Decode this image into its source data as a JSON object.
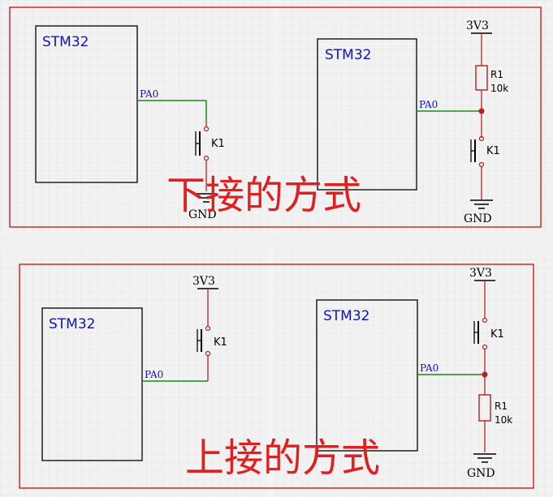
{
  "colors": {
    "grid": "#e3e3e3",
    "gridMajor": "#d2d2d2",
    "frame": "#d62828",
    "wire": "#1a8a1a",
    "comp": "#b22222",
    "label_blue": "#1010c8",
    "caption_red": "#e02020",
    "black": "#000000"
  },
  "top": {
    "left": {
      "chip_label": "STM32",
      "pin_label": "PA0",
      "switch_label": "K1",
      "gnd_label": "GND"
    },
    "right": {
      "chip_label": "STM32",
      "pin_label": "PA0",
      "vcc_label": "3V3",
      "resistor_name": "R1",
      "resistor_value": "10k",
      "switch_label": "K1",
      "gnd_label": "GND"
    },
    "caption": "下接的方式"
  },
  "bottom": {
    "left": {
      "chip_label": "STM32",
      "pin_label": "PA0",
      "vcc_label": "3V3",
      "switch_label": "K1"
    },
    "right": {
      "chip_label": "STM32",
      "pin_label": "PA0",
      "vcc_label": "3V3",
      "switch_label": "K1",
      "resistor_name": "R1",
      "resistor_value": "10k",
      "gnd_label": "GND"
    },
    "caption": "上接的方式"
  }
}
